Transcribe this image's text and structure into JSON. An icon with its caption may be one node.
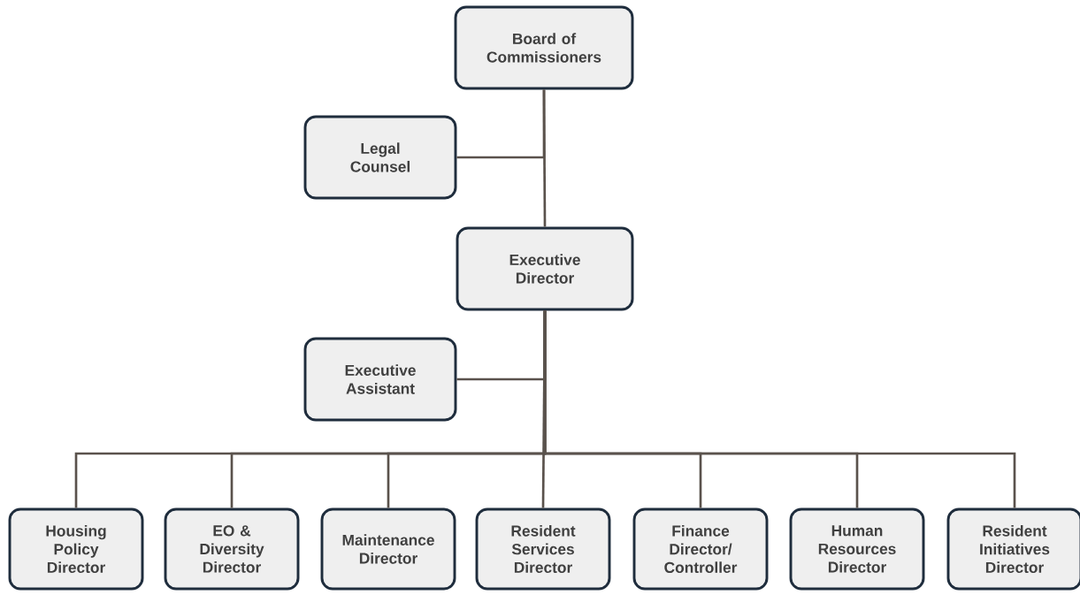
{
  "diagram": {
    "nodes": [
      {
        "text": [
          "Board of Commissioners"
        ]
      },
      {
        "text": [
          "Legal Counsel"
        ]
      },
      {
        "text": [
          "Executive Director"
        ]
      },
      {
        "text": [
          "Executive Assistant"
        ]
      },
      {
        "text": [
          "Housing Policy Director"
        ]
      },
      {
        "text": [
          "EO & Diversity Director"
        ]
      },
      {
        "text": [
          "Maintenance Director"
        ]
      },
      {
        "text": [
          "Resident Services Director"
        ]
      },
      {
        "text": [
          "Finance Director/ Controller"
        ]
      },
      {
        "text": [
          "Human Resources Director"
        ]
      },
      {
        "text": [
          "Resident Initiatives Director"
        ]
      }
    ],
    "edges": [
      {
        "from": 0,
        "to": 1,
        "arrow": "none"
      },
      {
        "from": 0,
        "to": 2,
        "arrow": "none"
      },
      {
        "from": 2,
        "to": 3,
        "arrow": "none"
      },
      {
        "from": 2,
        "to": 4,
        "arrow": "none"
      },
      {
        "from": 2,
        "to": 5,
        "arrow": "none"
      },
      {
        "from": 2,
        "to": 6,
        "arrow": "none"
      },
      {
        "from": 2,
        "to": 7,
        "arrow": "none"
      },
      {
        "from": 2,
        "to": 8,
        "arrow": "none"
      },
      {
        "from": 2,
        "to": 9,
        "arrow": "none"
      },
      {
        "from": 2,
        "to": 10,
        "arrow": "none"
      }
    ]
  }
}
